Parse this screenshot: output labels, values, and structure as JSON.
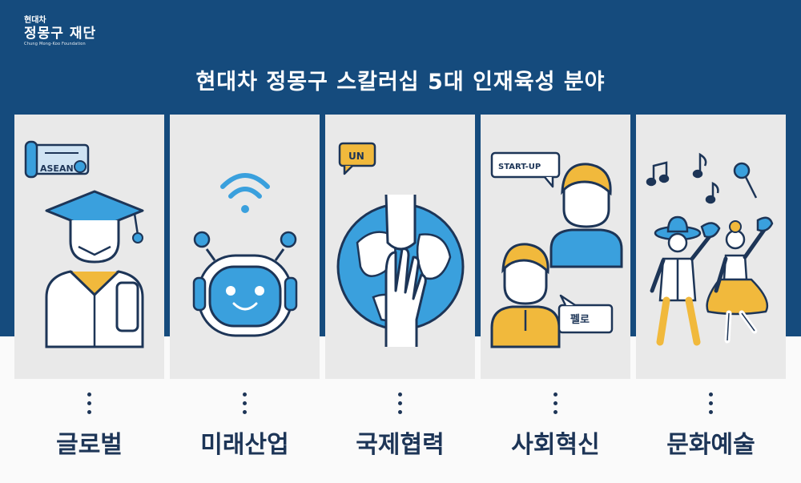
{
  "logo": {
    "line1": "현대차",
    "line2": "정몽구 재단",
    "line3": "Chung Mong-Koo Foundation"
  },
  "title": "현대차 정몽구 스칼러십 5대 인재육성 분야",
  "colors": {
    "navy": "#154b7d",
    "panel": "#e9e9e9",
    "blue": "#3aa0dd",
    "gold": "#f1b93c",
    "outline": "#1d3557"
  },
  "fields": [
    {
      "label": "글로벌",
      "icon": "graduate-icon",
      "badge": "ASEAN"
    },
    {
      "label": "미래산업",
      "icon": "robot-icon"
    },
    {
      "label": "국제협력",
      "icon": "globe-hands-icon",
      "badge": "UN"
    },
    {
      "label": "사회혁신",
      "icon": "people-speech-icon",
      "badge": "START-UP",
      "badge2": "펠로"
    },
    {
      "label": "문화예술",
      "icon": "dancers-icon"
    }
  ]
}
